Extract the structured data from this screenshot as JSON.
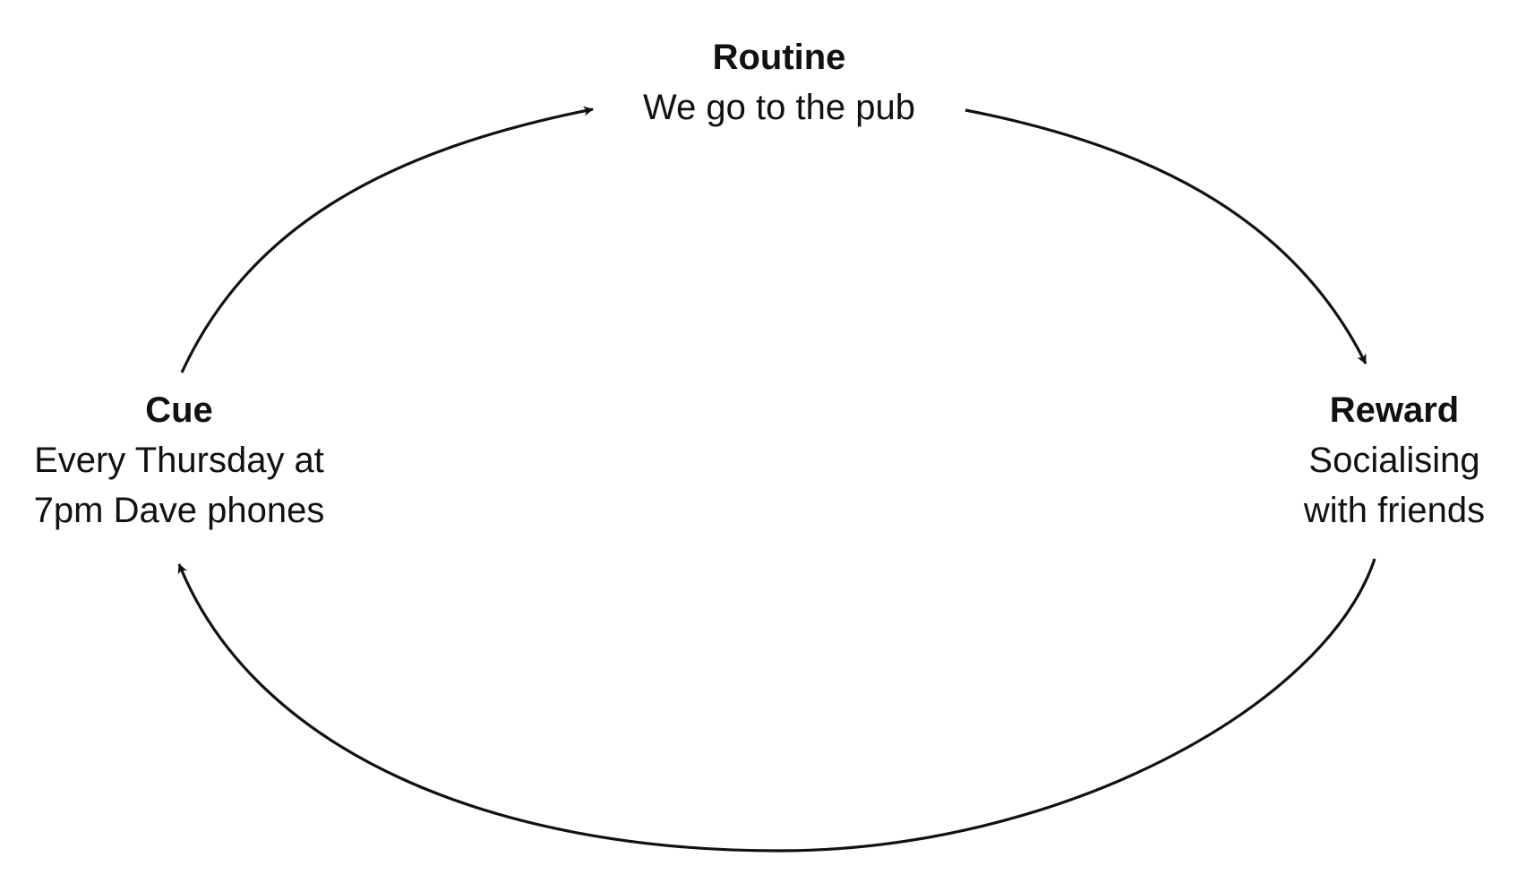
{
  "nodes": {
    "routine": {
      "title": "Routine",
      "description": "We go to the pub"
    },
    "cue": {
      "title": "Cue",
      "description": "Every Thursday at\n7pm Dave phones"
    },
    "reward": {
      "title": "Reward",
      "description": "Socialising\nwith friends"
    }
  },
  "colors": {
    "stroke": "#111111",
    "background": "#ffffff"
  }
}
